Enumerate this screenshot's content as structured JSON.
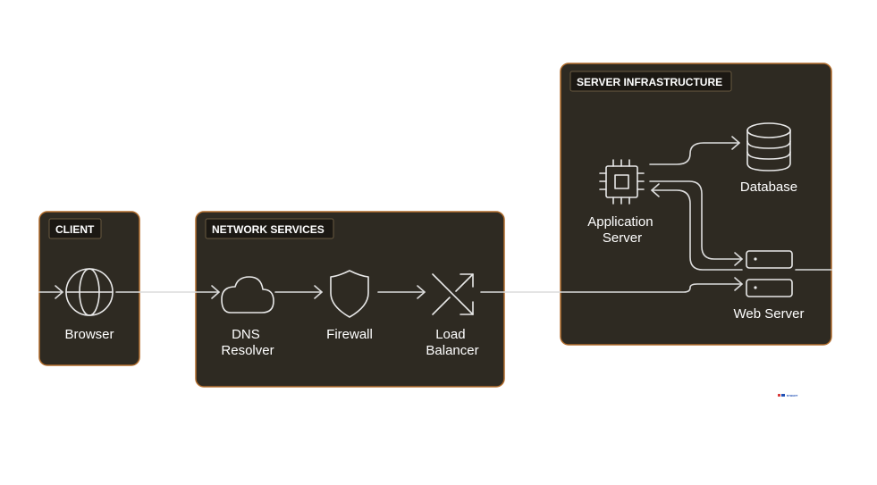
{
  "groups": {
    "client": {
      "label": "CLIENT"
    },
    "network": {
      "label": "NETWORK SERVICES"
    },
    "server": {
      "label": "SERVER INFRASTRUCTURE"
    }
  },
  "nodes": {
    "browser": {
      "label": "Browser",
      "icon": "globe-icon"
    },
    "dns": {
      "label_lines": [
        "DNS",
        "Resolver"
      ],
      "icon": "cloud-icon"
    },
    "firewall": {
      "label": "Firewall",
      "icon": "shield-icon"
    },
    "load_balancer": {
      "label_lines": [
        "Load",
        "Balancer"
      ],
      "icon": "shuffle-icon"
    },
    "app_server": {
      "label_lines": [
        "Application",
        "Server"
      ],
      "icon": "cpu-icon"
    },
    "database": {
      "label": "Database",
      "icon": "database-icon"
    },
    "web_server": {
      "label": "Web Server",
      "icon": "server-rack-icon"
    }
  },
  "edges": [
    {
      "from": "external",
      "to": "browser"
    },
    {
      "from": "browser",
      "to": "dns"
    },
    {
      "from": "dns",
      "to": "firewall"
    },
    {
      "from": "firewall",
      "to": "load_balancer"
    },
    {
      "from": "load_balancer",
      "to": "web_server"
    },
    {
      "from": "web_server",
      "to": "app_server"
    },
    {
      "from": "app_server",
      "to": "database"
    },
    {
      "from": "app_server",
      "to": "web_server"
    },
    {
      "from": "web_server",
      "to": "external"
    }
  ],
  "colors": {
    "group_fill": "#2e2a22",
    "group_border": "#b06c2c",
    "label_bg": "#1b1813",
    "stroke": "#dcdcdc",
    "text": "#ffffff"
  },
  "logo": {
    "text": "NYBERT"
  }
}
